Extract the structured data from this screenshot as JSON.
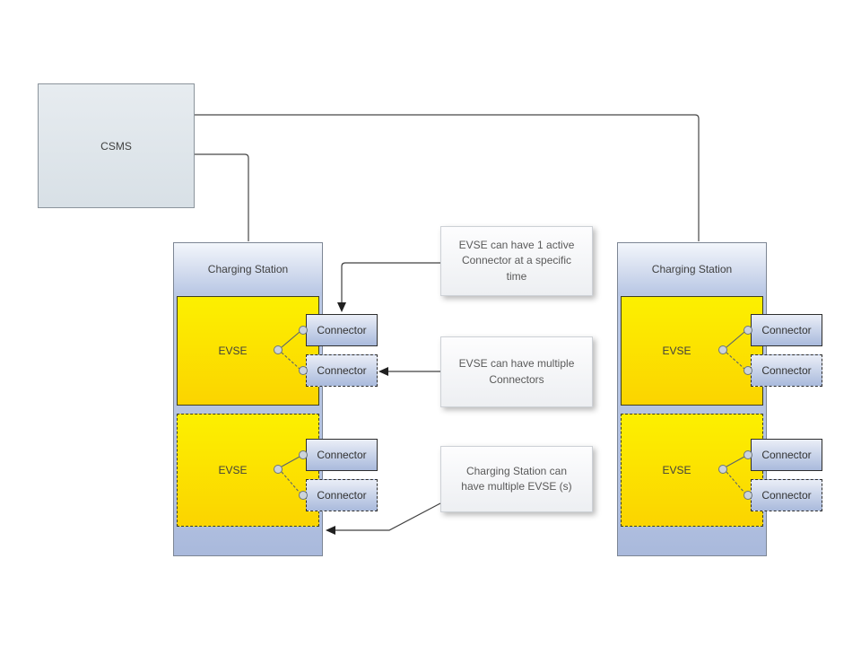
{
  "csms": {
    "label": "CSMS"
  },
  "stations": [
    {
      "title": "Charging Station",
      "evses": [
        {
          "label": "EVSE",
          "style": "solid",
          "connectors": [
            {
              "label": "Connector",
              "style": "solid"
            },
            {
              "label": "Connector",
              "style": "dashed"
            }
          ]
        },
        {
          "label": "EVSE",
          "style": "dashed",
          "connectors": [
            {
              "label": "Connector",
              "style": "solid"
            },
            {
              "label": "Connector",
              "style": "dashed"
            }
          ]
        }
      ]
    },
    {
      "title": "Charging Station",
      "evses": [
        {
          "label": "EVSE",
          "style": "solid",
          "connectors": [
            {
              "label": "Connector",
              "style": "solid"
            },
            {
              "label": "Connector",
              "style": "dashed"
            }
          ]
        },
        {
          "label": "EVSE",
          "style": "dashed",
          "connectors": [
            {
              "label": "Connector",
              "style": "solid"
            },
            {
              "label": "Connector",
              "style": "dashed"
            }
          ]
        }
      ]
    }
  ],
  "notes": [
    {
      "text": "EVSE can have 1 active Connector at a specific time"
    },
    {
      "text": "EVSE can have multiple Connectors"
    },
    {
      "text": "Charging Station can have multiple EVSE (s)"
    }
  ],
  "colors": {
    "evse_yellow_top": "#fcf000",
    "evse_yellow_bottom": "#fbd400",
    "station_blue": "#b2c1e0",
    "csms_gray": "#dde4e9",
    "note_background": "#f4f5f7",
    "line_gray": "#474747"
  }
}
